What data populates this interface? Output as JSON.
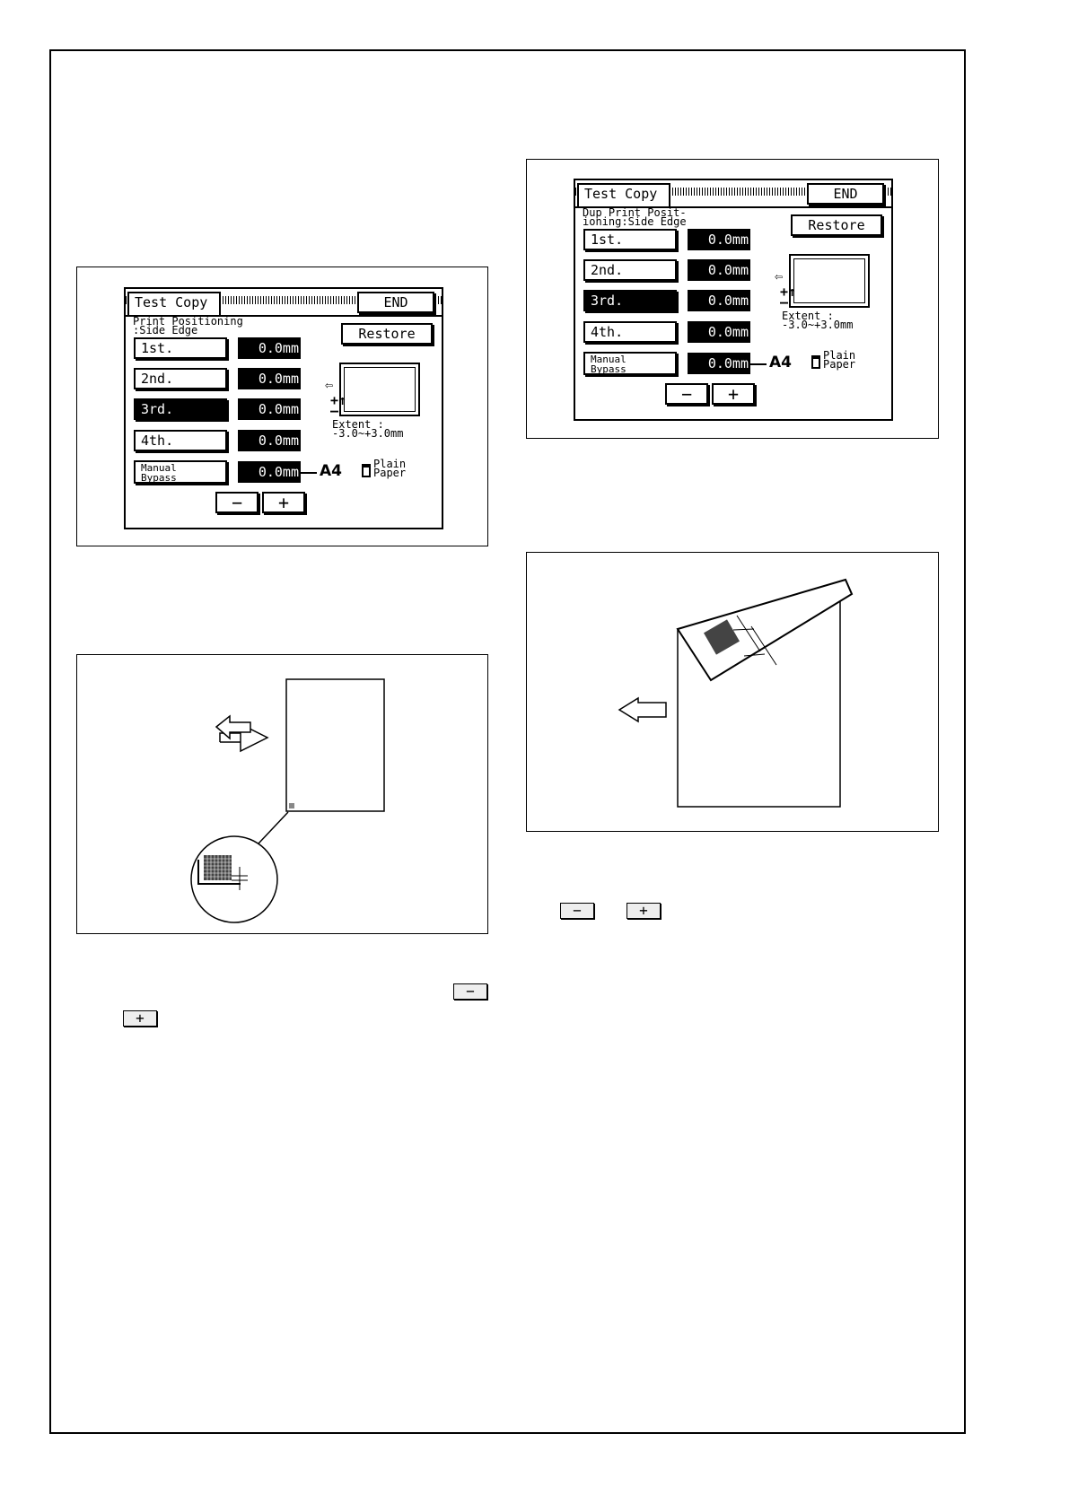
{
  "screen1": {
    "tab_title": "Test Copy",
    "end_label": "END",
    "heading_line1": "Print Positioning",
    "heading_line2": ":Side Edge",
    "restore_label": "Restore",
    "rows": [
      {
        "label": "1st.",
        "value": "0.0mm"
      },
      {
        "label": "2nd.",
        "value": "0.0mm"
      },
      {
        "label": "3rd.",
        "value": "0.0mm"
      },
      {
        "label": "4th.",
        "value": "0.0mm"
      }
    ],
    "bypass_line1": "Manual",
    "bypass_line2": "Bypass",
    "bypass_value": "0.0mm",
    "paper_size": "A4",
    "paper_type_line1": "Plain",
    "paper_type_line2": "Paper",
    "extent_line1": "Extent :",
    "extent_line2": "-3.0~+3.0mm",
    "minus_label": "−",
    "plus_label": "+"
  },
  "screen2": {
    "tab_title": "Test Copy",
    "end_label": "END",
    "heading_line1": "Dup Print Posit-",
    "heading_line2": "ioning:Side Edge",
    "restore_label": "Restore",
    "rows": [
      {
        "label": "1st.",
        "value": "0.0mm"
      },
      {
        "label": "2nd.",
        "value": "0.0mm"
      },
      {
        "label": "3rd.",
        "value": "0.0mm"
      },
      {
        "label": "4th.",
        "value": "0.0mm"
      }
    ],
    "bypass_line1": "Manual",
    "bypass_line2": "Bypass",
    "bypass_value": "0.0mm",
    "paper_size": "A4",
    "paper_type_line1": "Plain",
    "paper_type_line2": "Paper",
    "extent_line1": "Extent :",
    "extent_line2": "-3.0~+3.0mm",
    "minus_label": "−",
    "plus_label": "+"
  },
  "inline_buttons": {
    "minus": "−",
    "plus": "+"
  }
}
